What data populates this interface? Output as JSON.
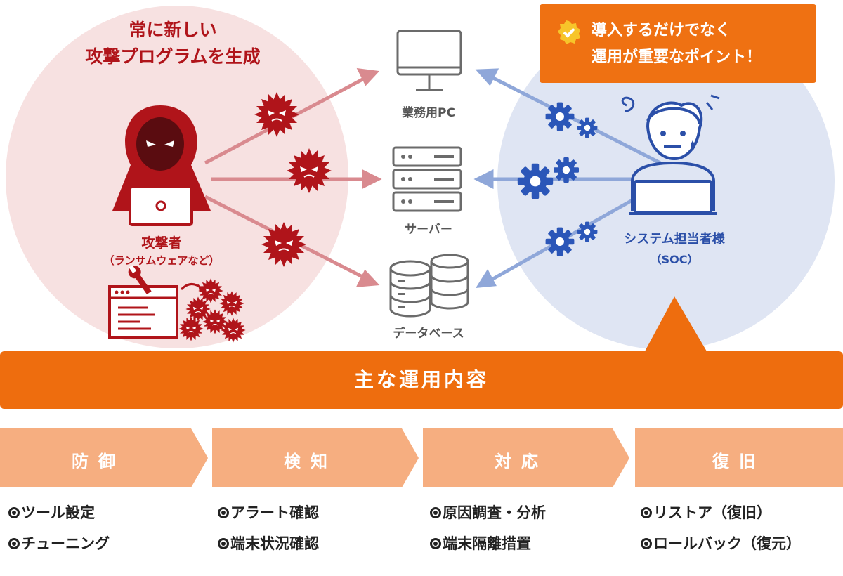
{
  "attacker": {
    "title_line1": "常に新しい",
    "title_line2": "攻撃プログラムを生成",
    "label": "攻撃者",
    "sublabel": "（ランサムウェアなど）"
  },
  "targets": [
    {
      "label": "業務用PC",
      "icon": "desktop-icon"
    },
    {
      "label": "サーバー",
      "icon": "server-icon"
    },
    {
      "label": "データベース",
      "icon": "database-icon"
    }
  ],
  "soc": {
    "label": "システム担当者様",
    "sublabel": "（SOC）"
  },
  "callout": {
    "line1": "導入するだけでなく",
    "line2": "運用が重要なポイント！",
    "icon": "check-badge-icon"
  },
  "main_bar": {
    "label": "主な運用内容"
  },
  "phases": [
    {
      "label": "防御",
      "items": [
        "ツール設定",
        "チューニング"
      ]
    },
    {
      "label": "検知",
      "items": [
        "アラート確認",
        "端末状況確認"
      ]
    },
    {
      "label": "対応",
      "items": [
        "原因調査・分析",
        "端末隔離措置"
      ]
    },
    {
      "label": "復旧",
      "items": [
        "リストア（復旧）",
        "ロールバック（復元）"
      ]
    }
  ],
  "colors": {
    "attacker_red": "#b0141a",
    "soc_blue": "#2b4fa8",
    "orange": "#ee6d0e",
    "phase_orange": "#f6ae80"
  }
}
